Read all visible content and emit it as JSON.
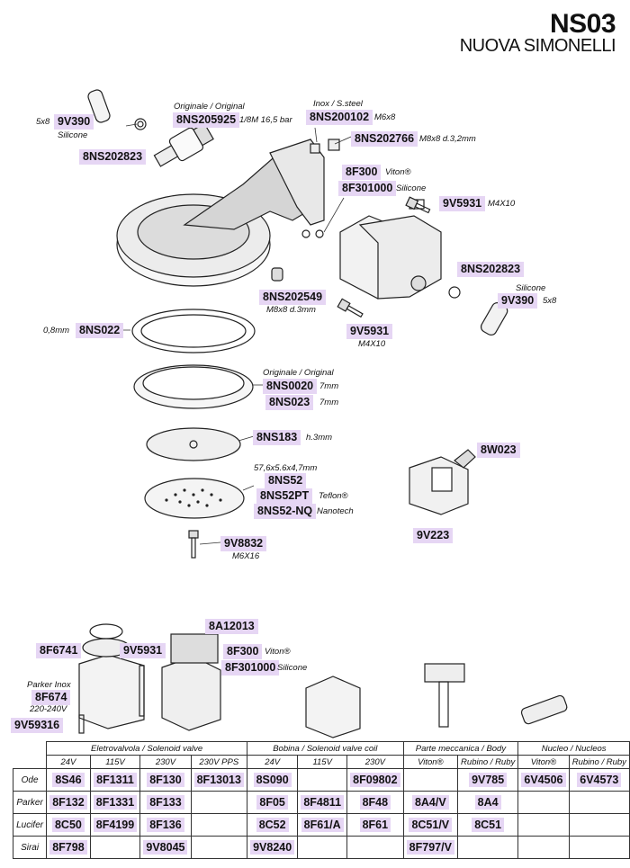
{
  "header": {
    "title": "NS03",
    "brand": "NUOVA SIMONELLI"
  },
  "labels": {
    "c9v390a": "9V390",
    "n5x8a": "5x8",
    "nSilA": "Silicone",
    "c8ns202823a": "8NS202823",
    "nOrig1": "Originale / Original",
    "c8ns205925": "8NS205925",
    "nPress": "1/8M 16,5 bar",
    "nInox": "Inox / S.steel",
    "c8ns200102": "8NS200102",
    "nM6x8": "M6x8",
    "c8ns202766": "8NS202766",
    "nM8x8d32": "M8x8 d.3,2mm",
    "c8f300a": "8F300",
    "nViton1": "Viton®",
    "c8f301000a": "8F301000",
    "nSil2": "Silicone",
    "c9v5931a": "9V5931",
    "nM4x10a": "M4X10",
    "c8ns202823b": "8NS202823",
    "nSil3": "Silicone",
    "c9v390b": "9V390",
    "n5x8b": "5x8",
    "c8ns202549": "8NS202549",
    "nM8x8d3": "M8x8 d.3mm",
    "c9v5931b": "9V5931",
    "nM4x10b": "M4X10",
    "n08": "0,8mm",
    "c8ns022": "8NS022",
    "nOrig2": "Originale / Original",
    "c8ns0020": "8NS0020",
    "n7a": "7mm",
    "c8ns023": "8NS023",
    "n7b": "7mm",
    "c8ns183": "8NS183",
    "nh3": "h.3mm",
    "nDims": "57,6x5.6x4,7mm",
    "c8ns52": "8NS52",
    "c8ns52pt": "8NS52PT",
    "nTeflon": "Teflon®",
    "c8ns52nq": "8NS52-NQ",
    "nNano": "Nanotech",
    "c9v8832": "9V8832",
    "nM6x16": "M6X16",
    "c8w023": "8W023",
    "c9v223": "9V223",
    "c8a12013": "8A12013",
    "c8f6741": "8F6741",
    "c9v5931c": "9V5931",
    "c8f300b": "8F300",
    "nViton2": "Viton®",
    "c8f301000b": "8F301000",
    "nSil4": "Silicone",
    "nParker": "Parker Inox",
    "c8f674": "8F674",
    "n220": "220-240V",
    "c9v59316": "9V59316"
  },
  "table": {
    "groups": [
      "Eletrovalvola / Solenoid valve",
      "Bobina / Solenoid valve coil",
      "Parte meccanica / Body",
      "Nucleo / Nucleos"
    ],
    "subheaders": [
      "24V",
      "115V",
      "230V",
      "230V PPS",
      "24V",
      "115V",
      "230V",
      "Viton®",
      "Rubino / Ruby",
      "Viton®",
      "Rubino / Ruby"
    ],
    "rows": [
      {
        "brand": "Ode",
        "cells": [
          "8S46",
          "8F1311",
          "8F130",
          "8F13013",
          "8S090",
          "",
          "8F09802",
          "",
          "9V785",
          "6V4506",
          "6V4573"
        ]
      },
      {
        "brand": "Parker",
        "cells": [
          "8F132",
          "8F1331",
          "8F133",
          "",
          "8F05",
          "8F4811",
          "8F48",
          "8A4/V",
          "8A4",
          "",
          ""
        ]
      },
      {
        "brand": "Lucifer",
        "cells": [
          "8C50",
          "8F4199",
          "8F136",
          "",
          "8C52",
          "8F61/A",
          "8F61",
          "8C51/V",
          "8C51",
          "",
          ""
        ]
      },
      {
        "brand": "Sirai",
        "cells": [
          "8F798",
          "",
          "9V8045",
          "",
          "9V8240",
          "",
          "",
          "8F797/V",
          "",
          "",
          ""
        ]
      }
    ]
  }
}
